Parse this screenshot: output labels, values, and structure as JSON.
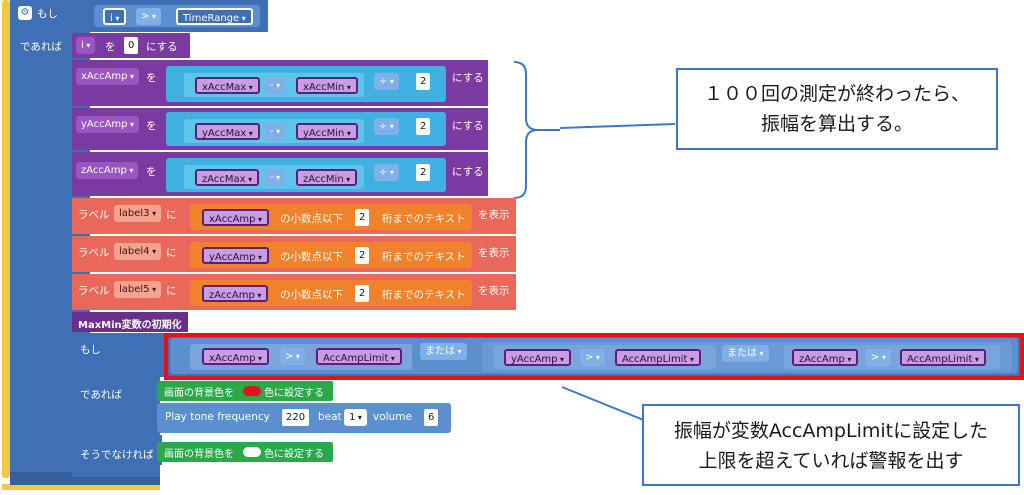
{
  "if_block": {
    "if_label": "もし",
    "then_label": "であれば",
    "cond": {
      "left": "i",
      "op": ">",
      "right": "TimeRange"
    }
  },
  "set_i": {
    "var": "i",
    "wo": "を",
    "value": "0",
    "suru": "にする"
  },
  "assign_rows": [
    {
      "var": "xAccAmp",
      "wo": "を",
      "a": "xAccMax",
      "minus": "-",
      "b": "xAccMin",
      "div": "÷",
      "n": "2",
      "suru": "にする"
    },
    {
      "var": "yAccAmp",
      "wo": "を",
      "a": "yAccMax",
      "minus": "-",
      "b": "yAccMin",
      "div": "÷",
      "n": "2",
      "suru": "にする"
    },
    {
      "var": "zAccAmp",
      "wo": "を",
      "a": "zAccMax",
      "minus": "-",
      "b": "zAccMin",
      "div": "÷",
      "n": "2",
      "suru": "にする"
    }
  ],
  "label_rows": [
    {
      "prefix": "ラベル",
      "label": "label3",
      "ni": "に",
      "var": "xAccAmp",
      "fmt": "の小数点以下",
      "digits": "2",
      "tail": "桁までのテキスト",
      "show": "を表示"
    },
    {
      "prefix": "ラベル",
      "label": "label4",
      "ni": "に",
      "var": "yAccAmp",
      "fmt": "の小数点以下",
      "digits": "2",
      "tail": "桁までのテキスト",
      "show": "を表示"
    },
    {
      "prefix": "ラベル",
      "label": "label5",
      "ni": "に",
      "var": "zAccAmp",
      "fmt": "の小数点以下",
      "digits": "2",
      "tail": "桁までのテキスト",
      "show": "を表示"
    }
  ],
  "init_block": "MaxMin変数の初期化",
  "inner_if": {
    "if_label": "もし",
    "then_label": "であれば",
    "else_label": "そうでなければ",
    "conds": [
      {
        "var": "xAccAmp",
        "op": ">",
        "limit": "AccAmpLimit"
      },
      {
        "var": "yAccAmp",
        "op": ">",
        "limit": "AccAmpLimit"
      },
      {
        "var": "zAccAmp",
        "op": ">",
        "limit": "AccAmpLimit"
      }
    ],
    "or_label": "または",
    "bg_red": "画面の背景色を",
    "bg_suffix": "色に設定する",
    "bg_white": "画面の背景色を",
    "tone": {
      "label": "Play tone frequency",
      "freq": "220",
      "beat_label": "beat",
      "beat": "1",
      "vol_label": "volume",
      "vol": "6"
    }
  },
  "notes": {
    "note1_line1": "１００回の測定が終わったら、",
    "note1_line2": "振幅を算出する。",
    "note2_line1": "振幅が変数AccAmpLimitに設定した",
    "note2_line2": "上限を超えていれば警報を出す"
  },
  "colors": {
    "red_swatch": "#e0141b",
    "white_swatch": "#ffffff",
    "highlight": "#e0141b"
  }
}
